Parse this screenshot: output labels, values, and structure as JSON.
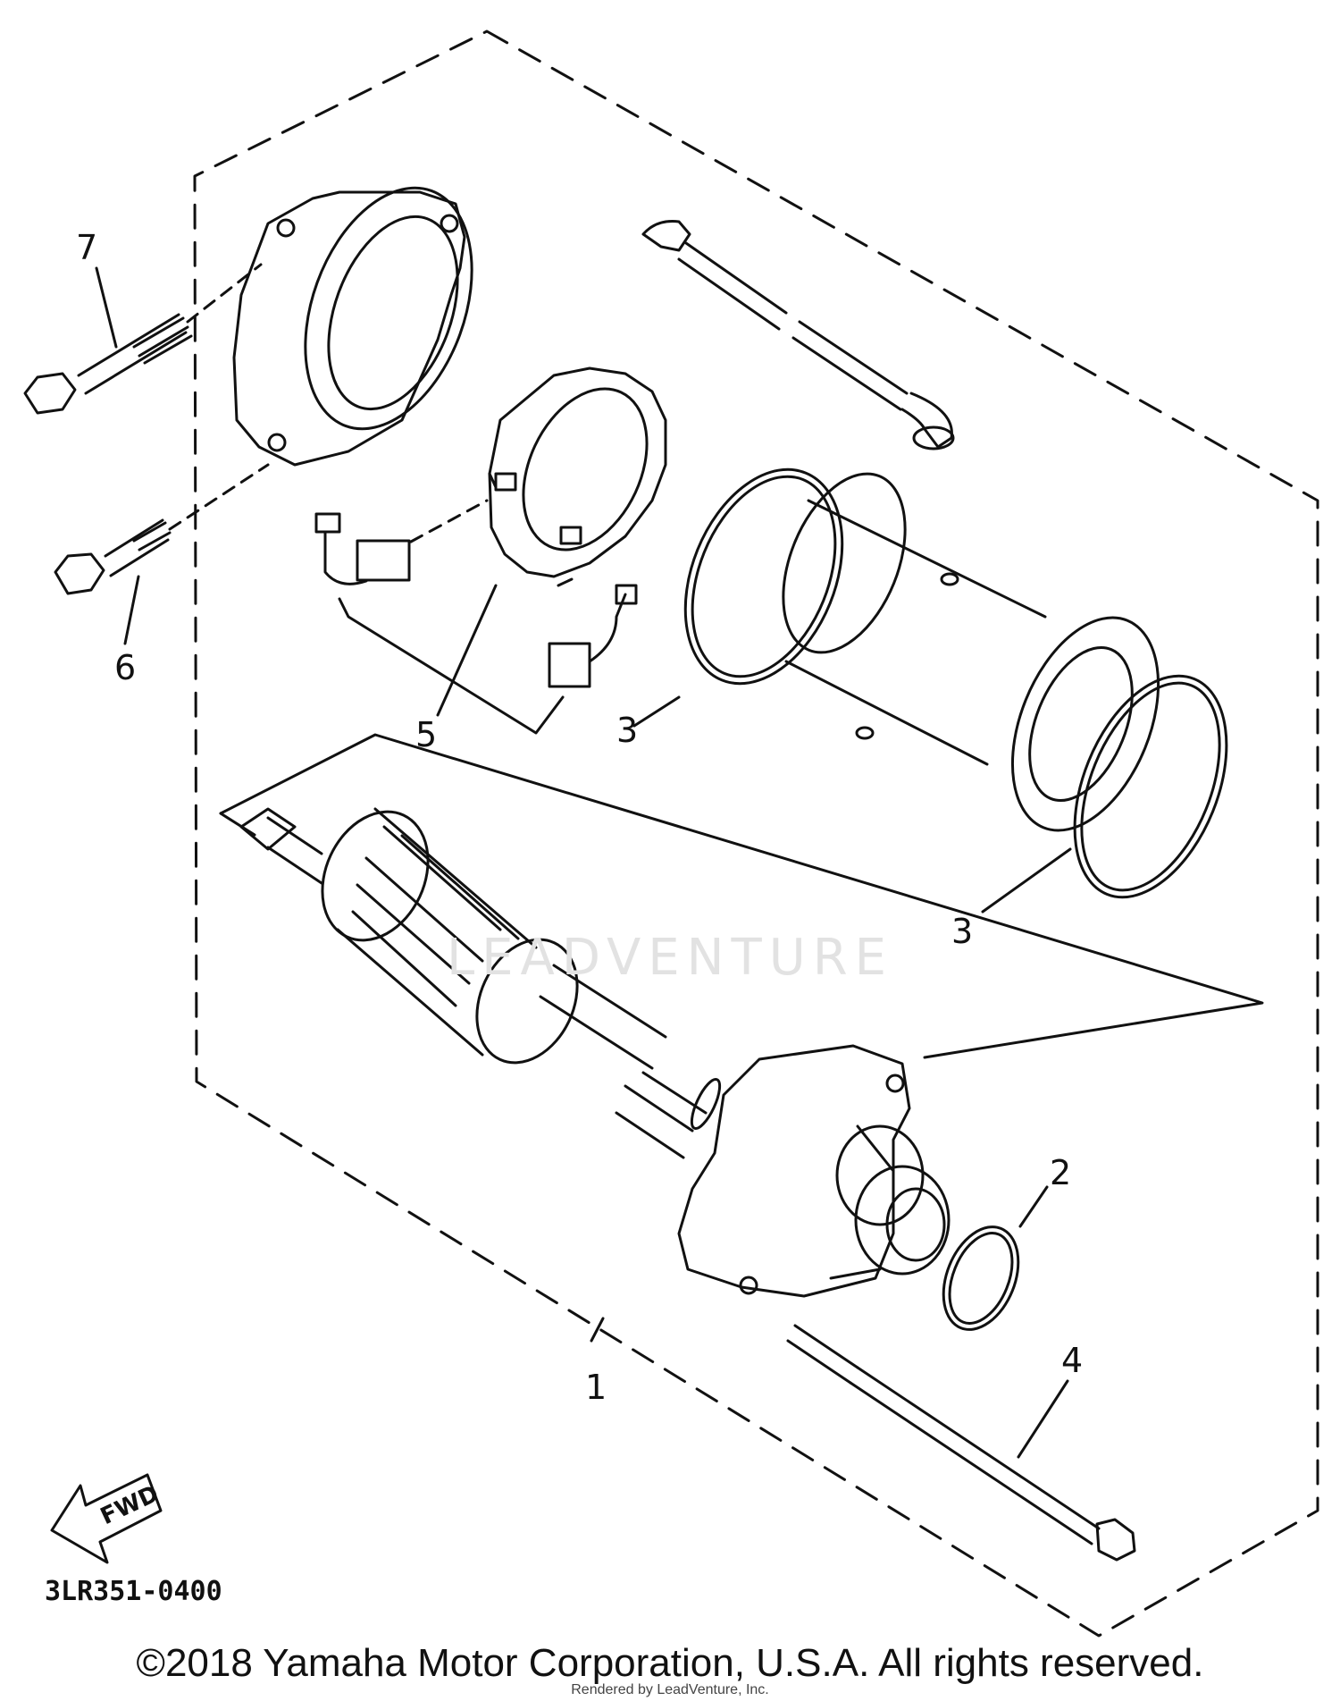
{
  "diagram": {
    "callouts": [
      {
        "id": "1",
        "label": "1"
      },
      {
        "id": "2",
        "label": "2"
      },
      {
        "id": "3a",
        "label": "3"
      },
      {
        "id": "3b",
        "label": "3"
      },
      {
        "id": "4",
        "label": "4"
      },
      {
        "id": "5",
        "label": "5"
      },
      {
        "id": "6",
        "label": "6"
      },
      {
        "id": "7",
        "label": "7"
      }
    ],
    "direction_badge": "FWD",
    "drawing_code": "3LR351-0400",
    "watermark_text": "LEADVENTURE"
  },
  "footer": {
    "copyright": "©2018 Yamaha Motor Corporation, U.S.A. All rights reserved.",
    "rendered_by": "Rendered by LeadVenture, Inc."
  }
}
